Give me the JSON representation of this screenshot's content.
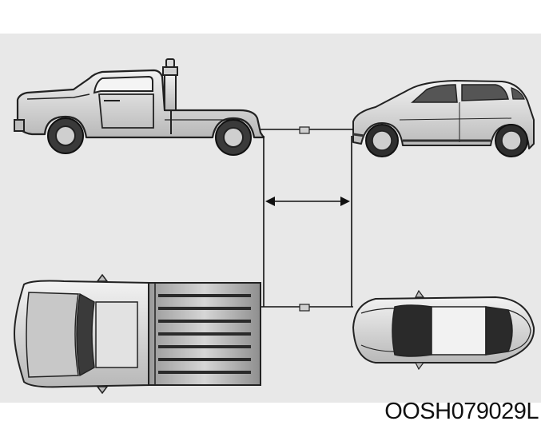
{
  "figure": {
    "code": "OOSH079029L"
  },
  "colors": {
    "panel_background": "#e8e8e8",
    "vehicle_body": "#cfcfcf",
    "outline": "#222222",
    "dark_glass": "#2a2a2a",
    "connector_line": "#111111"
  },
  "elements": {
    "tow_truck_side": "tow-truck-side-view",
    "towed_suv_side": "towed-suv-side-view",
    "tow_truck_top": "tow-truck-top-view",
    "towed_car_top": "towed-car-top-view",
    "distance_arrow": "tow-distance-arrow"
  }
}
